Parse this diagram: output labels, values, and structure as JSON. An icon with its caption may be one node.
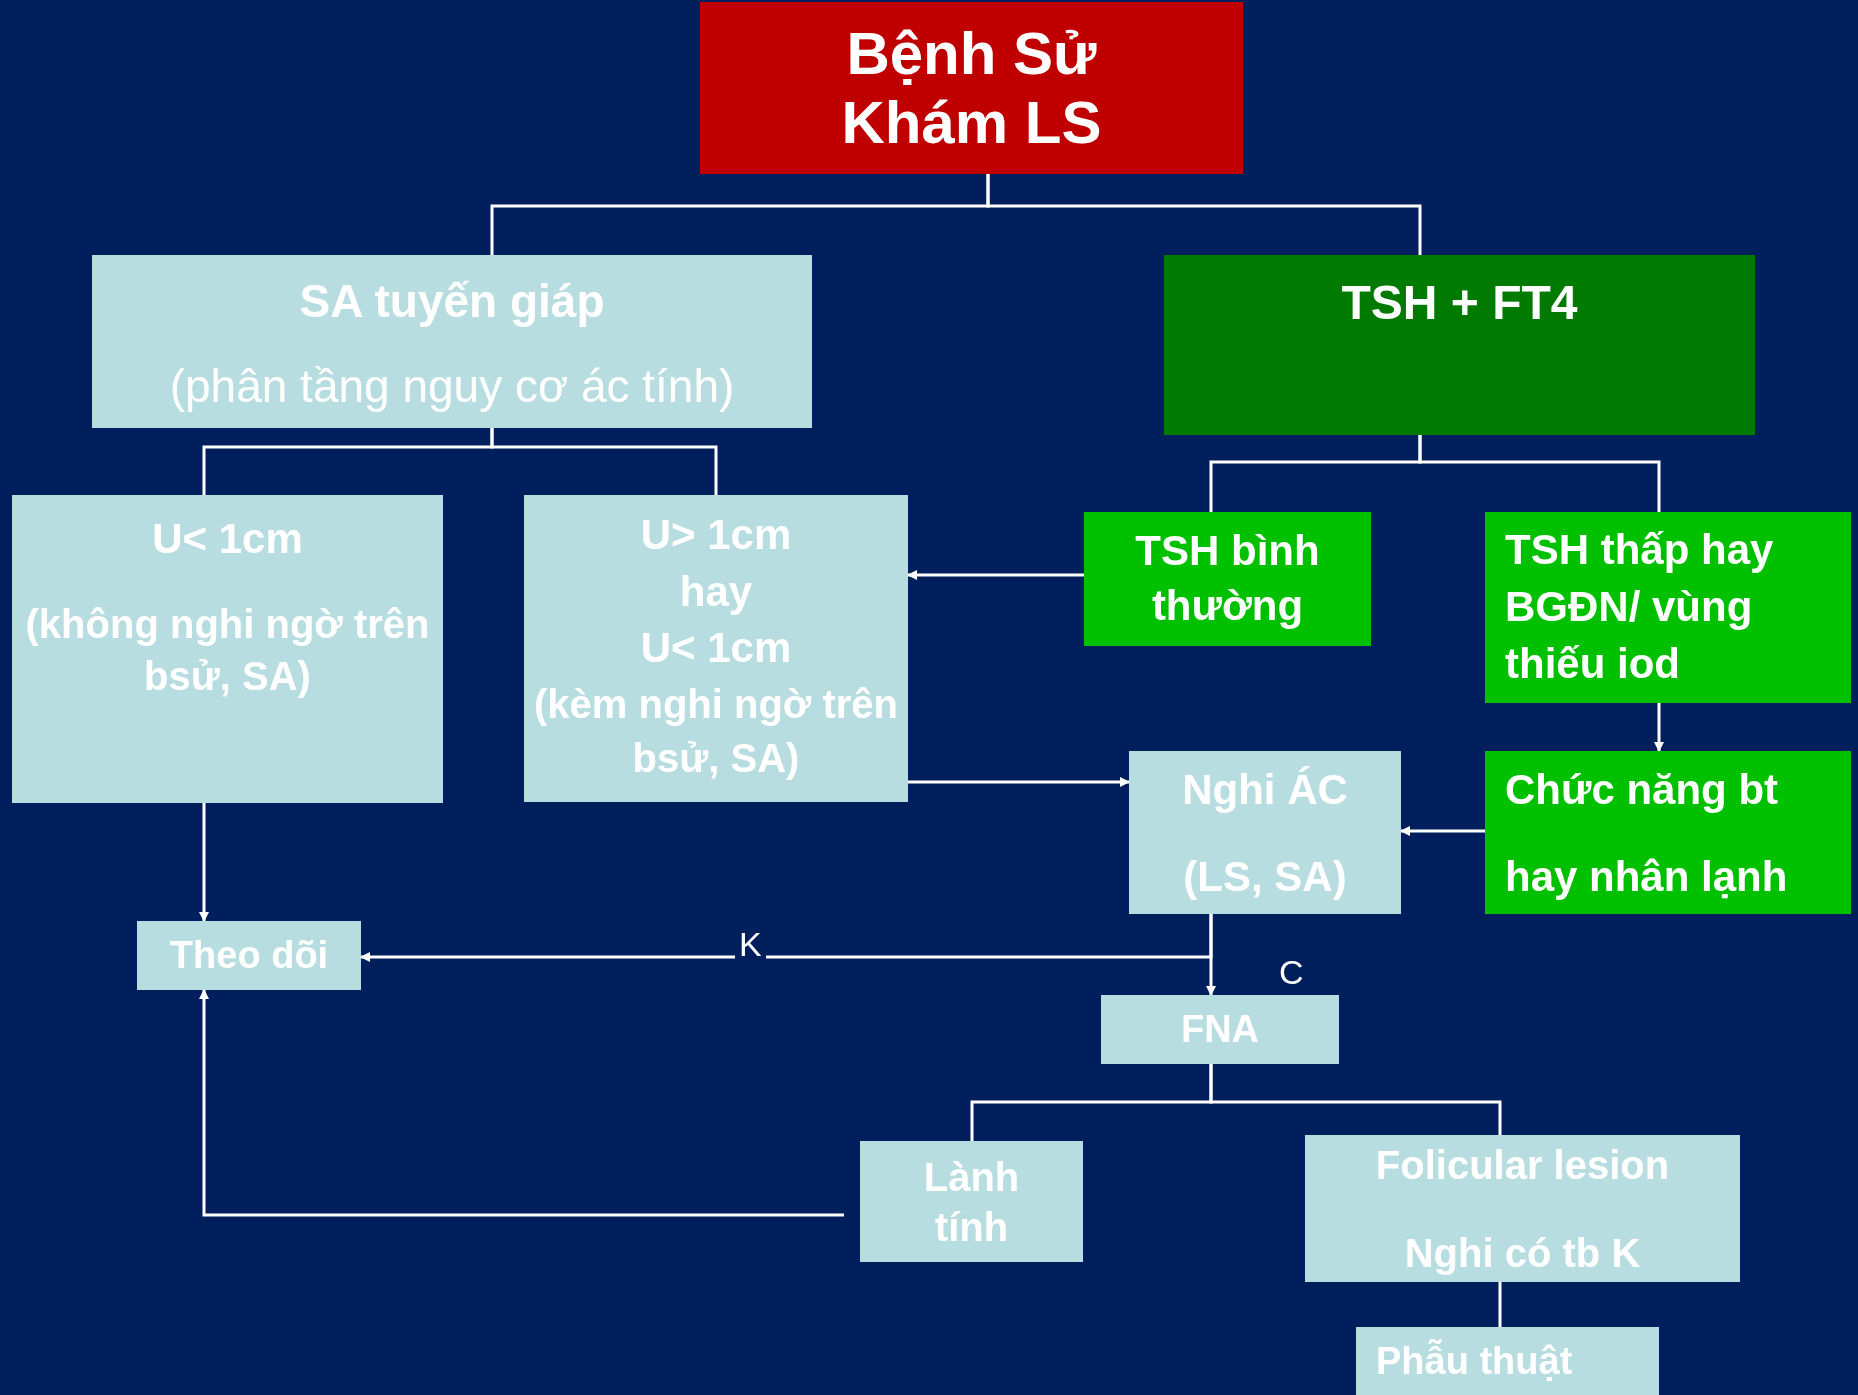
{
  "diagram": {
    "nodes": [
      {
        "text": [
          "Bệnh Sử Khám LS"
        ]
      },
      {
        "text": [
          "SA tuyến giáp",
          "(phân tầng nguy cơ ác tính)"
        ]
      },
      {
        "text": [
          "TSH + FT4"
        ]
      },
      {
        "text": [
          "U< 1cm",
          "(không nghi ngờ trên bsử, SA)"
        ]
      },
      {
        "text": [
          "U> 1cm",
          "hay",
          "U< 1cm",
          "(kèm nghi ngờ trên bsử, SA)"
        ]
      },
      {
        "text": [
          "TSH bình thường"
        ]
      },
      {
        "text": [
          "TSH thấp hay BGĐN/ vùng thiếu iod"
        ]
      },
      {
        "text": [
          "Nghi ÁC",
          "(LS, SA)"
        ]
      },
      {
        "text": [
          "Chức năng bt",
          "hay nhân lạnh"
        ]
      },
      {
        "text": [
          "Theo dõi"
        ]
      },
      {
        "text": [
          "FNA"
        ]
      },
      {
        "text": [
          "Lành tính"
        ]
      },
      {
        "text": [
          "Folicular lesion",
          "Nghi có tb K"
        ]
      },
      {
        "text": [
          "Phẫu thuật"
        ]
      }
    ],
    "edges": [
      {
        "from": 0,
        "to": 1,
        "arrow": "none"
      },
      {
        "from": 0,
        "to": 2,
        "arrow": "none"
      },
      {
        "from": 1,
        "to": 3,
        "arrow": "none"
      },
      {
        "from": 1,
        "to": 4,
        "arrow": "none"
      },
      {
        "from": 2,
        "to": 5,
        "arrow": "none"
      },
      {
        "from": 2,
        "to": 6,
        "arrow": "none"
      },
      {
        "from": 5,
        "to": 4,
        "arrow": "to"
      },
      {
        "from": 6,
        "to": 8,
        "arrow": "to"
      },
      {
        "from": 4,
        "to": 7,
        "arrow": "to"
      },
      {
        "from": 8,
        "to": 7,
        "arrow": "to"
      },
      {
        "from": 7,
        "to": 10,
        "label": "C",
        "arrow": "to"
      },
      {
        "from": 7,
        "to": 9,
        "label": "K",
        "arrow": "to"
      },
      {
        "from": 3,
        "to": 9,
        "arrow": "to"
      },
      {
        "from": 10,
        "to": 11,
        "arrow": "none"
      },
      {
        "from": 10,
        "to": 12,
        "arrow": "none"
      },
      {
        "from": 11,
        "to": 9,
        "arrow": "to"
      },
      {
        "from": 12,
        "to": 13,
        "arrow": "none"
      }
    ]
  }
}
